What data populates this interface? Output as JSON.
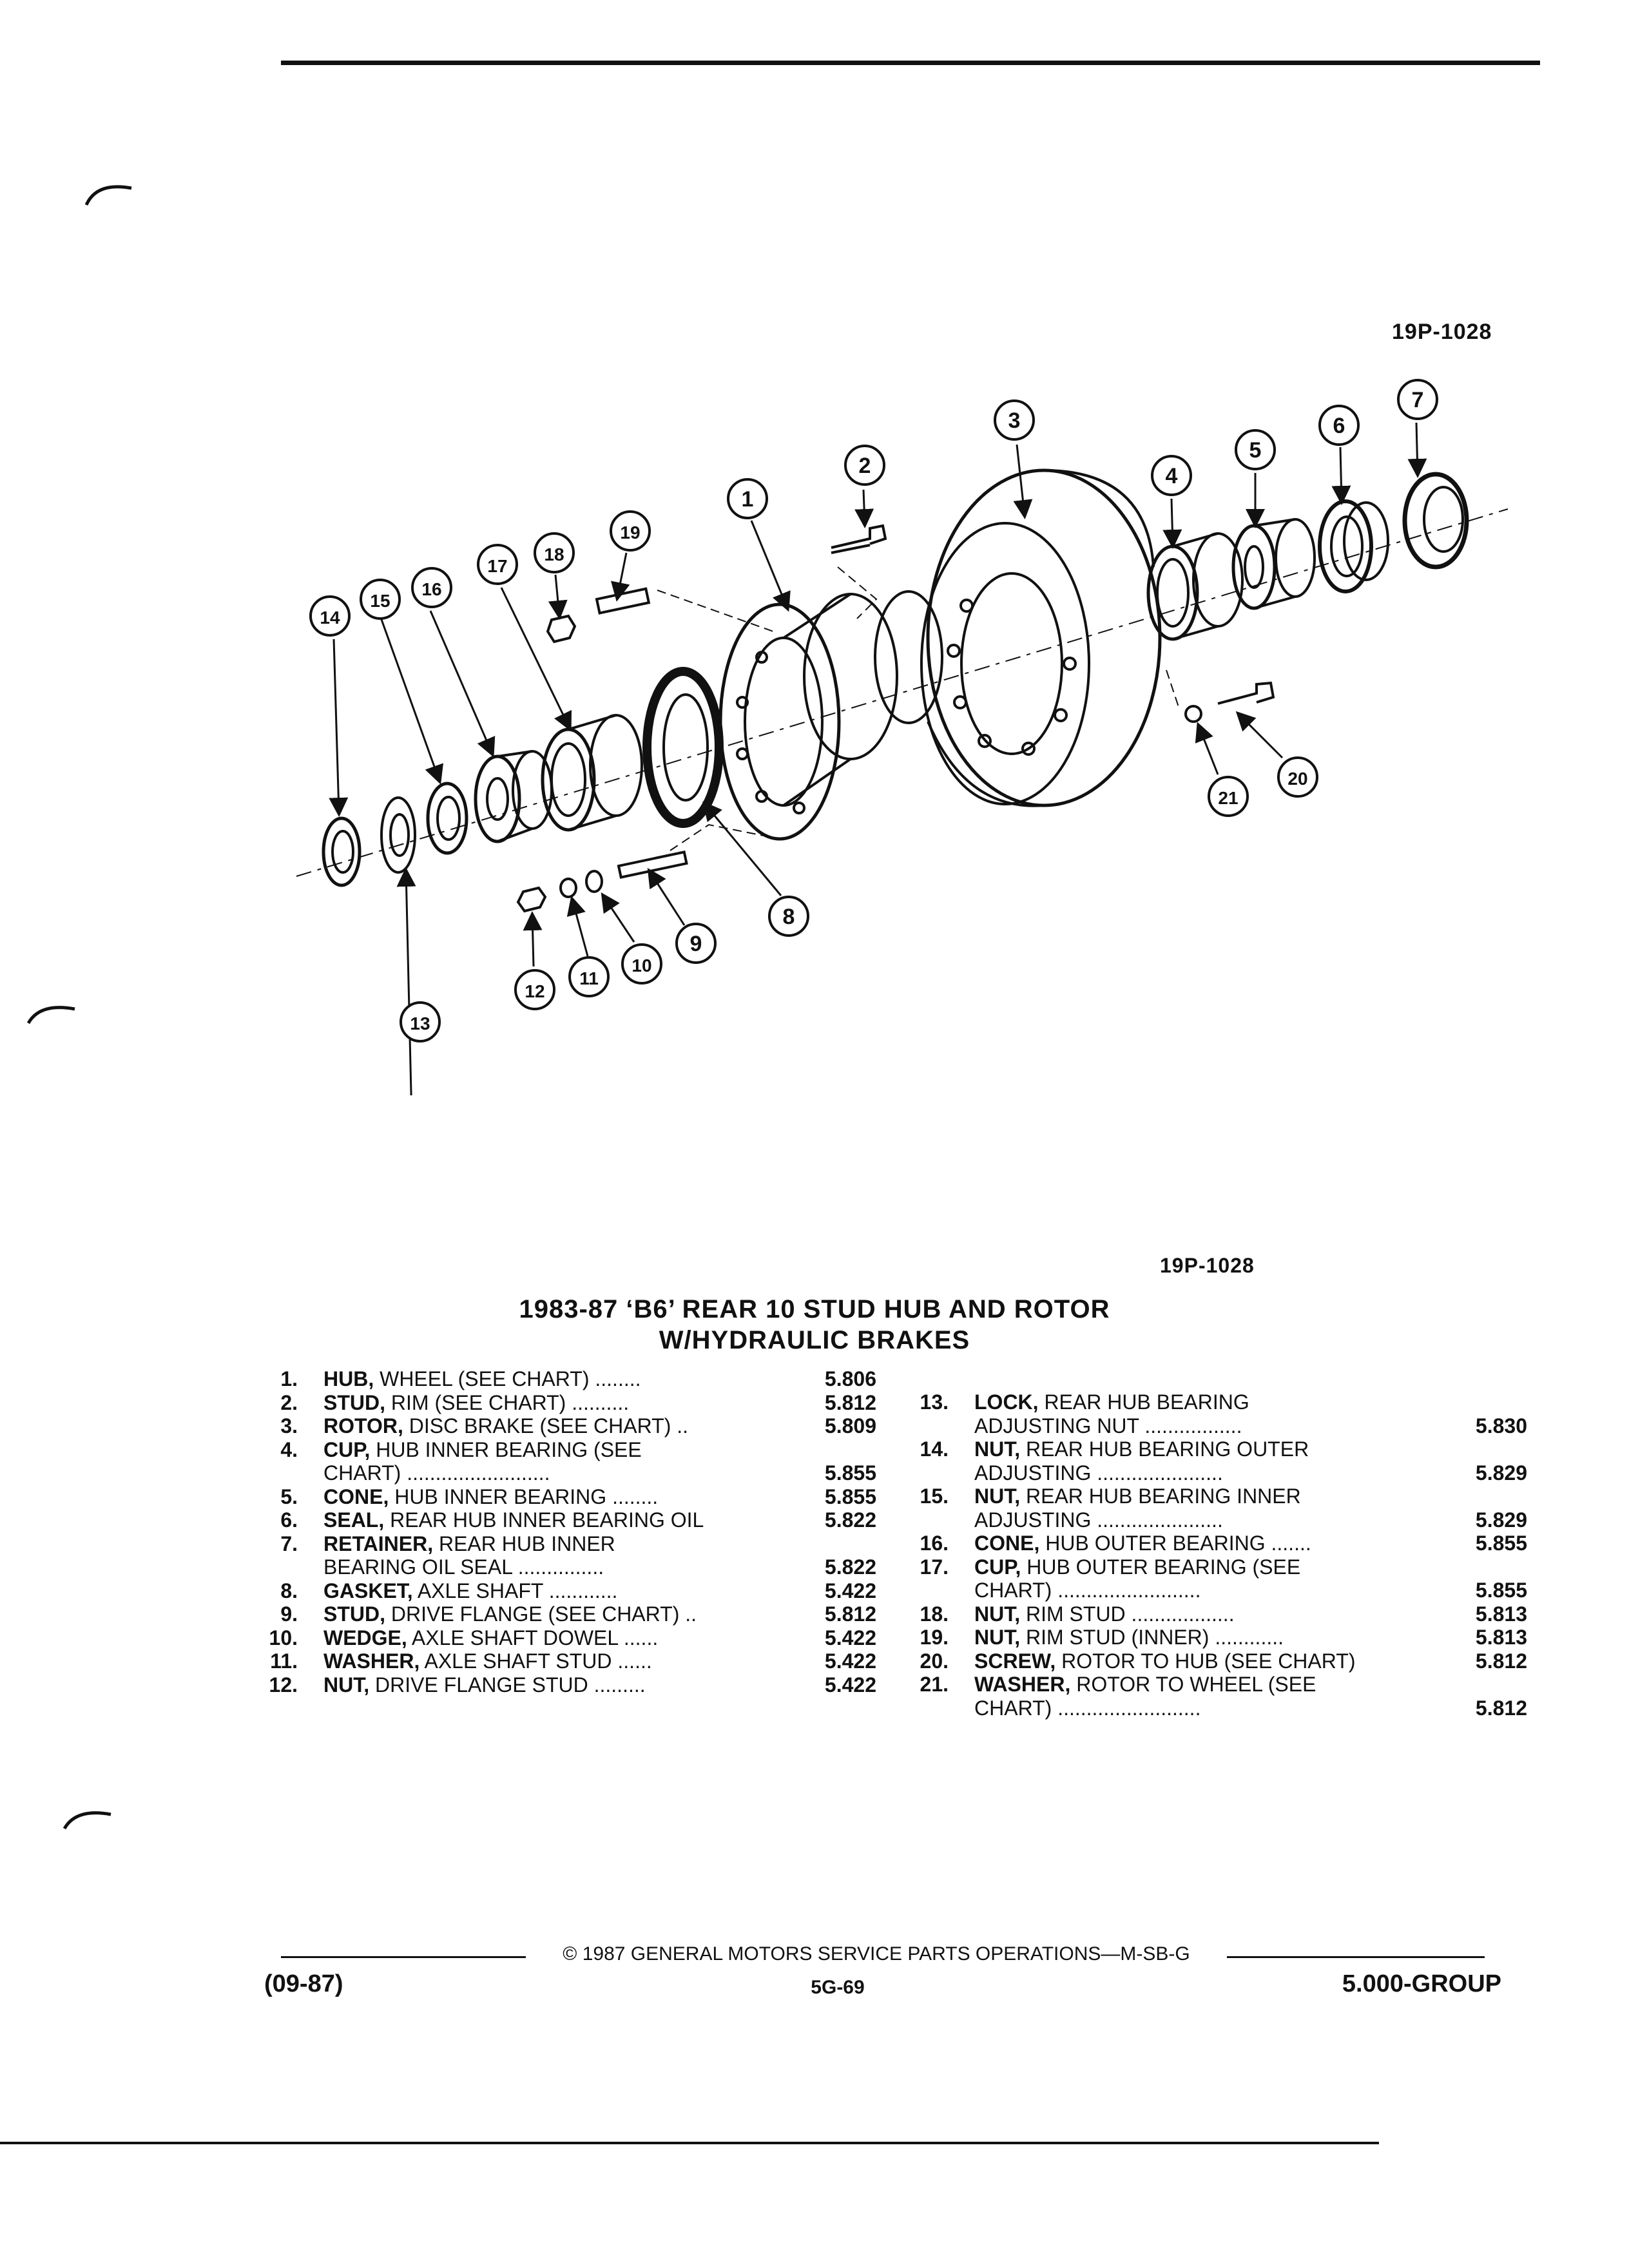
{
  "figure_code_top": "19P-1028",
  "figure_code_bottom": "19P-1028",
  "title_line1": "1983-87 ‘B6’ REAR 10 STUD HUB AND ROTOR",
  "title_line2": "W/HYDRAULIC BRAKES",
  "callouts": [
    "1",
    "2",
    "3",
    "4",
    "5",
    "6",
    "7",
    "8",
    "9",
    "10",
    "11",
    "12",
    "13",
    "14",
    "15",
    "16",
    "17",
    "18",
    "19",
    "20",
    "21"
  ],
  "parts_left": [
    {
      "num": "1.",
      "name": "HUB,",
      "desc": " WHEEL (SEE CHART) ........",
      "code": "5.806"
    },
    {
      "num": "2.",
      "name": "STUD,",
      "desc": " RIM (SEE CHART) ..........",
      "code": "5.812"
    },
    {
      "num": "3.",
      "name": "ROTOR,",
      "desc": " DISC BRAKE (SEE CHART) ..",
      "code": "5.809"
    },
    {
      "num": "4.",
      "name": "CUP,",
      "desc": " HUB INNER BEARING (SEE",
      "code": ""
    },
    {
      "num": "",
      "name": "",
      "desc": "CHART) .........................",
      "code": "5.855"
    },
    {
      "num": "5.",
      "name": "CONE,",
      "desc": " HUB INNER BEARING ........",
      "code": "5.855"
    },
    {
      "num": "6.",
      "name": "SEAL,",
      "desc": " REAR HUB INNER BEARING OIL",
      "code": "5.822"
    },
    {
      "num": "7.",
      "name": "RETAINER,",
      "desc": " REAR HUB INNER",
      "code": ""
    },
    {
      "num": "",
      "name": "",
      "desc": "BEARING OIL SEAL ...............",
      "code": "5.822"
    },
    {
      "num": "8.",
      "name": "GASKET,",
      "desc": " AXLE SHAFT ............",
      "code": "5.422"
    },
    {
      "num": "9.",
      "name": "STUD,",
      "desc": " DRIVE FLANGE (SEE CHART) ..",
      "code": "5.812"
    },
    {
      "num": "10.",
      "name": "WEDGE,",
      "desc": " AXLE SHAFT DOWEL ......",
      "code": "5.422"
    },
    {
      "num": "11.",
      "name": "WASHER,",
      "desc": " AXLE SHAFT STUD ......",
      "code": "5.422"
    },
    {
      "num": "12.",
      "name": "NUT,",
      "desc": " DRIVE FLANGE STUD .........",
      "code": "5.422"
    }
  ],
  "parts_right": [
    {
      "num": "13.",
      "name": "LOCK,",
      "desc": " REAR HUB BEARING",
      "code": ""
    },
    {
      "num": "",
      "name": "",
      "desc": "ADJUSTING NUT .................",
      "code": "5.830"
    },
    {
      "num": "14.",
      "name": "NUT,",
      "desc": " REAR HUB BEARING OUTER",
      "code": ""
    },
    {
      "num": "",
      "name": "",
      "desc": "ADJUSTING ......................",
      "code": "5.829"
    },
    {
      "num": "15.",
      "name": "NUT,",
      "desc": " REAR HUB BEARING INNER",
      "code": ""
    },
    {
      "num": "",
      "name": "",
      "desc": "ADJUSTING ......................",
      "code": "5.829"
    },
    {
      "num": "16.",
      "name": "CONE,",
      "desc": " HUB OUTER BEARING .......",
      "code": "5.855"
    },
    {
      "num": "17.",
      "name": "CUP,",
      "desc": " HUB OUTER BEARING (SEE",
      "code": ""
    },
    {
      "num": "",
      "name": "",
      "desc": "CHART) .........................",
      "code": "5.855"
    },
    {
      "num": "18.",
      "name": "NUT,",
      "desc": " RIM STUD ..................",
      "code": "5.813"
    },
    {
      "num": "19.",
      "name": "NUT,",
      "desc": " RIM STUD (INNER) ............",
      "code": "5.813"
    },
    {
      "num": "20.",
      "name": "SCREW,",
      "desc": " ROTOR TO HUB (SEE CHART)",
      "code": "5.812"
    },
    {
      "num": "21.",
      "name": "WASHER,",
      "desc": " ROTOR TO WHEEL (SEE",
      "code": ""
    },
    {
      "num": "",
      "name": "",
      "desc": "CHART) .........................",
      "code": "5.812"
    }
  ],
  "footer": {
    "copyright": "© 1987 GENERAL MOTORS SERVICE PARTS OPERATIONS—M-SB-G",
    "date": "(09-87)",
    "page": "5G-69",
    "group": "5.000-GROUP"
  }
}
